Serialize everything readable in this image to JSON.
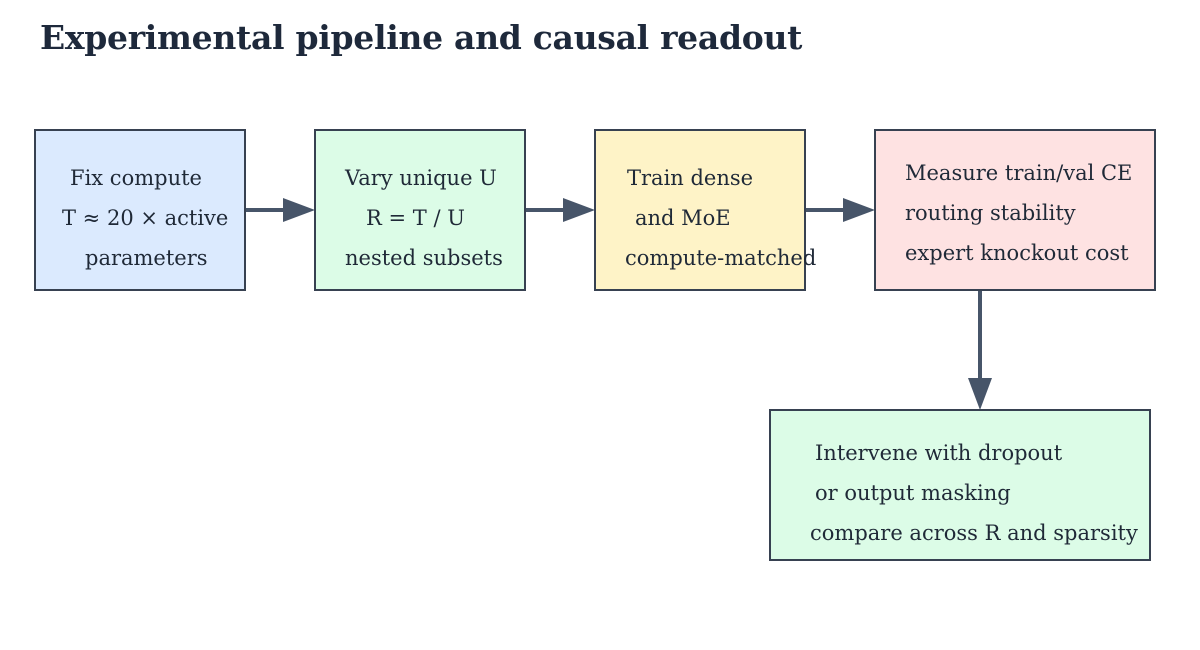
{
  "title": "Experimental pipeline and causal readout",
  "colors": {
    "edge": "#475569",
    "border": "#374151",
    "blue": "#dbeafe",
    "green": "#dcfce7",
    "yellow": "#fef3c7",
    "red": "#fee2e2"
  },
  "nodes": [
    {
      "lines": [
        "Fix compute",
        "T ≈ 20 × active",
        "parameters"
      ]
    },
    {
      "lines": [
        "Vary unique U",
        "R = T / U",
        "nested subsets"
      ]
    },
    {
      "lines": [
        "Train dense",
        "and MoE",
        "compute-matched"
      ]
    },
    {
      "lines": [
        "Measure train/val CE",
        "routing stability",
        "expert knockout cost"
      ]
    },
    {
      "lines": [
        "Intervene with dropout",
        "or output masking",
        "compare across R and sparsity"
      ]
    }
  ]
}
